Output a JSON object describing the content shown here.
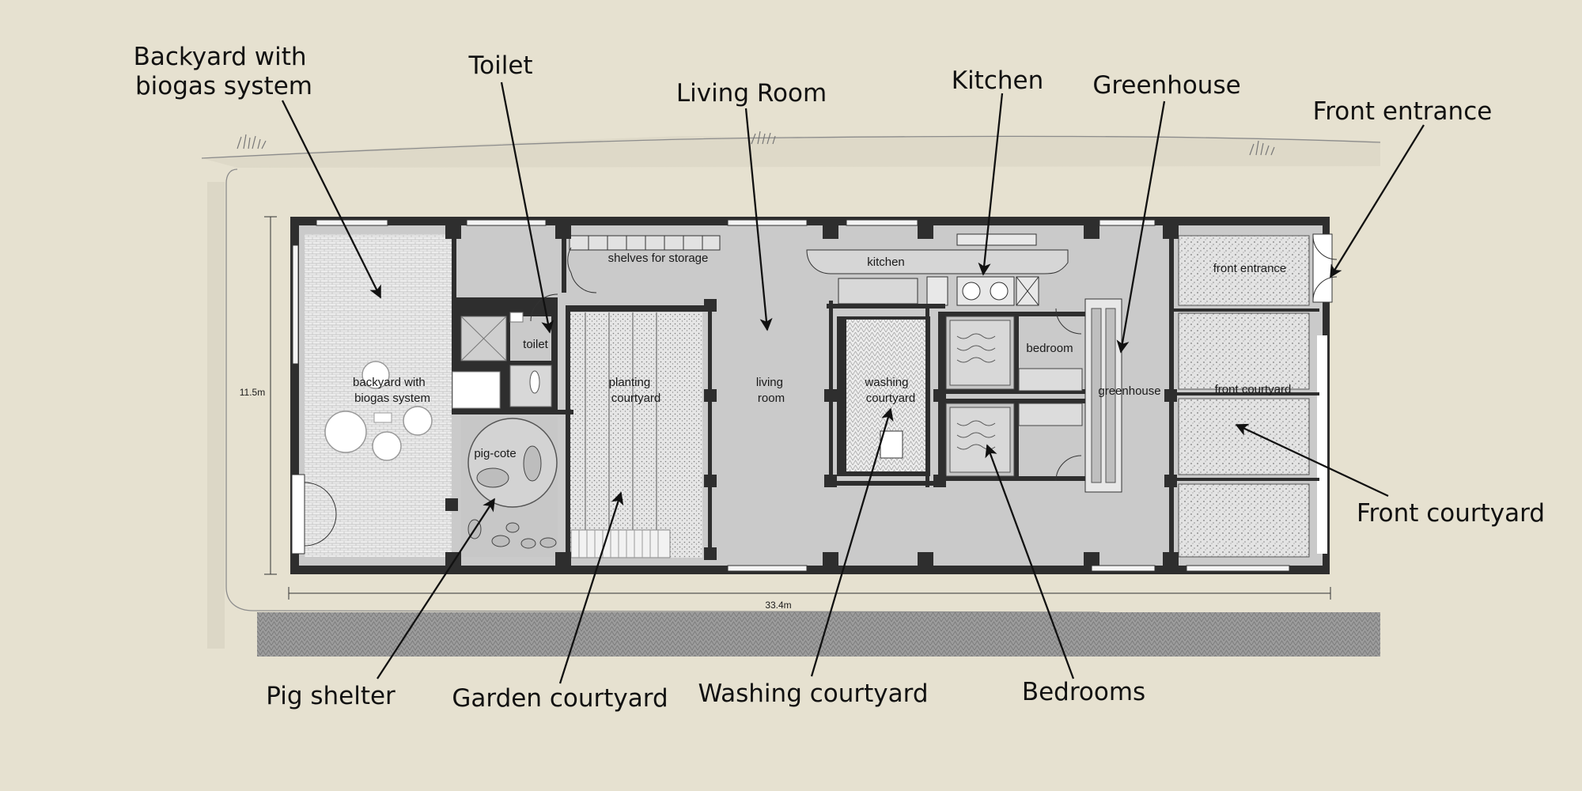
{
  "callouts": {
    "backyard": [
      "Backyard with",
      "biogas system"
    ],
    "toilet": "Toilet",
    "living_room": "Living Room",
    "kitchen": "Kitchen",
    "greenhouse": "Greenhouse",
    "front_entrance": "Front entrance",
    "front_courtyard": "Front courtyard",
    "bedrooms": "Bedrooms",
    "washing_courtyard": "Washing courtyard",
    "garden_courtyard": "Garden courtyard",
    "pig_shelter": "Pig shelter"
  },
  "rooms": {
    "shelves": "shelves for storage",
    "kitchen": "kitchen",
    "front_entrance": "front entrance",
    "toilet": "toilet",
    "bedroom": "bedroom",
    "backyard": [
      "backyard with",
      "biogas system"
    ],
    "planting": [
      "planting",
      "courtyard"
    ],
    "living": [
      "living",
      "room"
    ],
    "washing": [
      "washing",
      "courtyard"
    ],
    "greenhouse": "greenhouse",
    "front_courtyard": "front courtyard",
    "pigcote": "pig-cote"
  },
  "dimensions": {
    "height": "11.5m",
    "width": "33.4m"
  },
  "colors": {
    "background": "#e6e1d0",
    "floor": "#cacaca",
    "wall": "#2e2e2e",
    "text": "#111111"
  }
}
